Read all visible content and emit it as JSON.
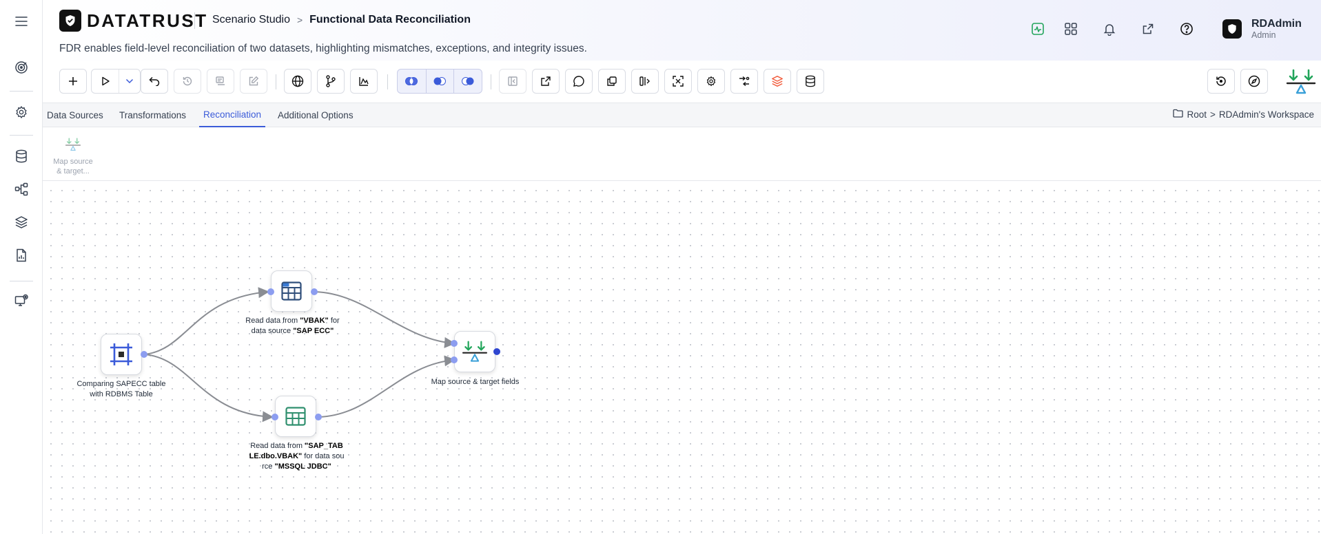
{
  "app": {
    "logo_text": "DATATRUST",
    "breadcrumb": {
      "studio": "Scenario Studio",
      "separator": ">",
      "current": "Functional Data Reconciliation"
    },
    "description": "FDR enables field-level reconciliation of two datasets, highlighting mismatches, exceptions, and integrity issues."
  },
  "header_icons": [
    "activity-icon",
    "apps-grid-icon",
    "bell-icon",
    "external-link-icon",
    "help-icon"
  ],
  "user": {
    "name": "RDAdmin",
    "role": "Admin"
  },
  "tabs": [
    {
      "label": "Data Sources"
    },
    {
      "label": "Transformations"
    },
    {
      "label": "Reconciliation",
      "active": true
    },
    {
      "label": "Additional Options"
    }
  ],
  "workspace": {
    "root": "Root",
    "separator": ">",
    "name": "RDAdmin's Workspace"
  },
  "palette": {
    "item_label_line1": "Map source",
    "item_label_line2": "& target..."
  },
  "nodes": {
    "compare": {
      "label_line1": "Comparing SAPECC table",
      "label_line2": "with RDBMS Table"
    },
    "sap_read": {
      "prefix": "Read data from ",
      "table": "\"VBAK\"",
      "middle": " for",
      "line2_prefix": "data source ",
      "source": "\"SAP ECC\""
    },
    "sql_read": {
      "line1_prefix": "Read data from ",
      "line1_bold": "\"SAP_TAB",
      "line2_bold": "LE.dbo.VBAK\"",
      "line2_rest": " for data sou",
      "line3_prefix": "rce ",
      "line3_bold": "\"MSSQL JDBC\""
    },
    "map": {
      "label": "Map source & target fields"
    }
  },
  "colors": {
    "accent": "#3b5bd9",
    "port": "#8c9df0",
    "port_dark": "#2f46d0",
    "green": "#22a55b",
    "teal_table": "#2f8f6e",
    "navy_table": "#2f4e7a"
  }
}
